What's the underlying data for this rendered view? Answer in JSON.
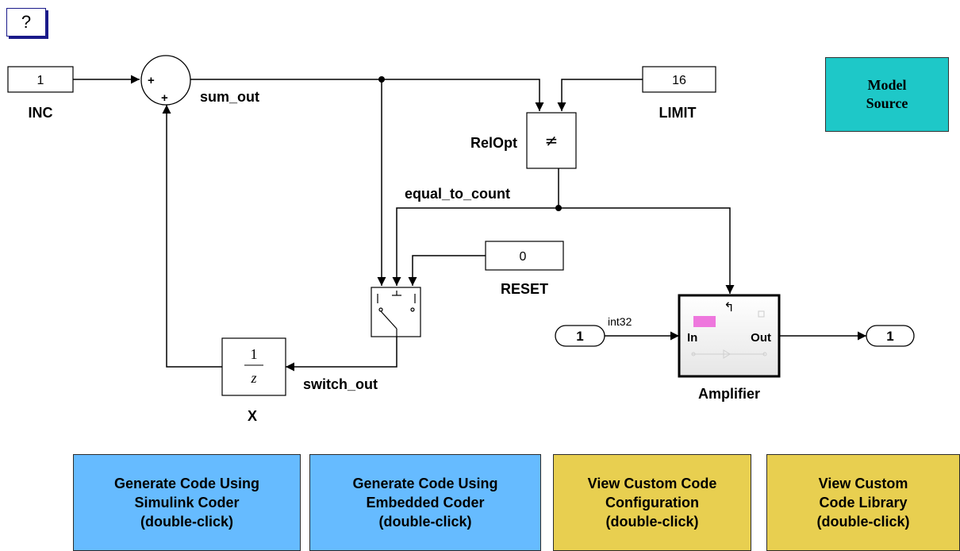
{
  "help": {
    "label": "?"
  },
  "blocks": {
    "inc": {
      "value": "1",
      "label": "INC"
    },
    "limit": {
      "value": "16",
      "label": "LIMIT"
    },
    "reset": {
      "value": "0",
      "label": "RESET"
    },
    "relopt": {
      "label": "RelOpt",
      "symbol": "≠"
    },
    "sum": {
      "sign_top": "+",
      "sign_bottom": "+"
    },
    "delay": {
      "num": "1",
      "den": "z",
      "label": "X"
    },
    "amplifier": {
      "label": "Amplifier",
      "in_port": "In",
      "out_port": "Out",
      "trigger_symbol": "↰"
    },
    "inport": {
      "value": "1"
    },
    "outport": {
      "value": "1"
    }
  },
  "signals": {
    "sum_out": "sum_out",
    "equal_to_count": "equal_to_count",
    "switch_out": "switch_out",
    "int32": "int32"
  },
  "model_source": {
    "line1": "Model",
    "line2": "Source"
  },
  "buttons": [
    {
      "line1": "Generate Code Using",
      "line2": "Simulink Coder",
      "line3": "(double-click)",
      "color": "#66bbff"
    },
    {
      "line1": "Generate Code Using",
      "line2": "Embedded Coder",
      "line3": "(double-click)",
      "color": "#66bbff"
    },
    {
      "line1": "View Custom Code",
      "line2": "Configuration",
      "line3": "(double-click)",
      "color": "#e8cf50"
    },
    {
      "line1": "View Custom",
      "line2": "Code Library",
      "line3": "(double-click)",
      "color": "#e8cf50"
    }
  ]
}
